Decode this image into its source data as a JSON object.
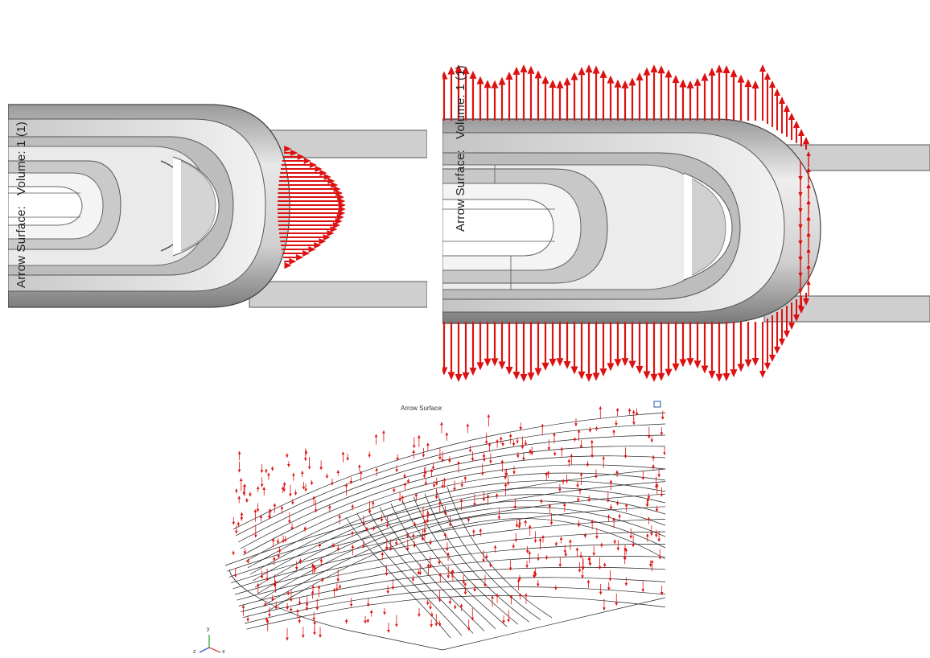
{
  "panels": [
    {
      "label_surface": "Arrow Surface:",
      "label_volume": "Volume: 1 (1)"
    },
    {
      "label_surface": "Arrow Surface:",
      "label_volume": "Volume: 1 (1)"
    },
    {
      "label_surface": "Arrow Surface:"
    }
  ],
  "axes_triad": {
    "y": "y",
    "z": "z",
    "x": "x"
  },
  "colors": {
    "arrow": "#dd1111",
    "surface_light": "#d9d9d9",
    "surface_dark": "#8c8c8c",
    "edge": "#3a3a3a",
    "wire": "#202020"
  }
}
